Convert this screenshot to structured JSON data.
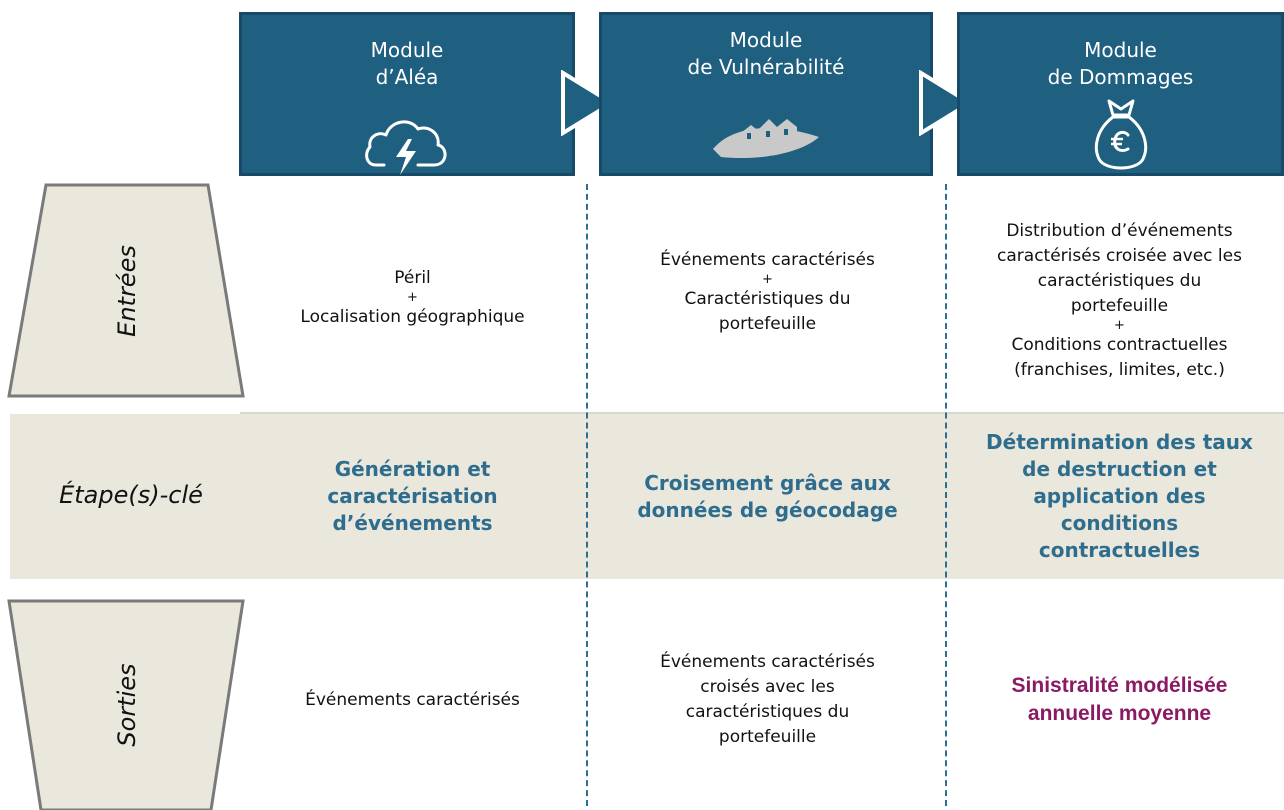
{
  "modules": [
    {
      "line1": "Module",
      "line2": "d’Aléa",
      "icon": "storm-cloud-icon"
    },
    {
      "line1": "Module",
      "line2": "de Vulnérabilité",
      "icon": "village-hill-icon"
    },
    {
      "line1": "Module",
      "line2": "de Dommages",
      "icon": "money-bag-euro-icon"
    }
  ],
  "rows": {
    "entrees": "Entrées",
    "etapes": "Étape(s)-clé",
    "sorties": "Sorties"
  },
  "entrees": {
    "col1": {
      "line1": "Péril",
      "plus": "+",
      "line2": "Localisation géographique"
    },
    "col2": {
      "line1": "Événements caractérisés",
      "plus": "+",
      "line2": "Caractéristiques du",
      "line3": "portefeuille"
    },
    "col3": {
      "line1": "Distribution d’événements",
      "line2": "caractérisés croisée avec les",
      "line3": "caractéristiques du",
      "line4": "portefeuille",
      "plus": "+",
      "line5": "Conditions contractuelles",
      "line6": "(franchises, limites, etc.)"
    }
  },
  "etapes": {
    "col1": {
      "line1": "Génération et",
      "line2": "caractérisation",
      "line3": "d’événements"
    },
    "col2": {
      "line1": "Croisement grâce aux",
      "line2": "données de géocodage"
    },
    "col3": {
      "line1": "Détermination des taux",
      "line2": "de destruction et",
      "line3": "application des",
      "line4": "conditions",
      "line5": "contractuelles"
    }
  },
  "sorties": {
    "col1": {
      "line1": "Événements caractérisés"
    },
    "col2": {
      "line1": "Événements caractérisés",
      "line2": "croisés avec les",
      "line3": "caractéristiques du",
      "line4": "portefeuille"
    },
    "col3": {
      "line1": "Sinistralité modélisée",
      "line2": "annuelle moyenne"
    }
  },
  "colors": {
    "module_bg": "#1f5f80",
    "key_text": "#2f6d8e",
    "result_text": "#8a1a63",
    "band_bg": "#eae7dc",
    "trapezoid_fill": "#eae7dc"
  }
}
